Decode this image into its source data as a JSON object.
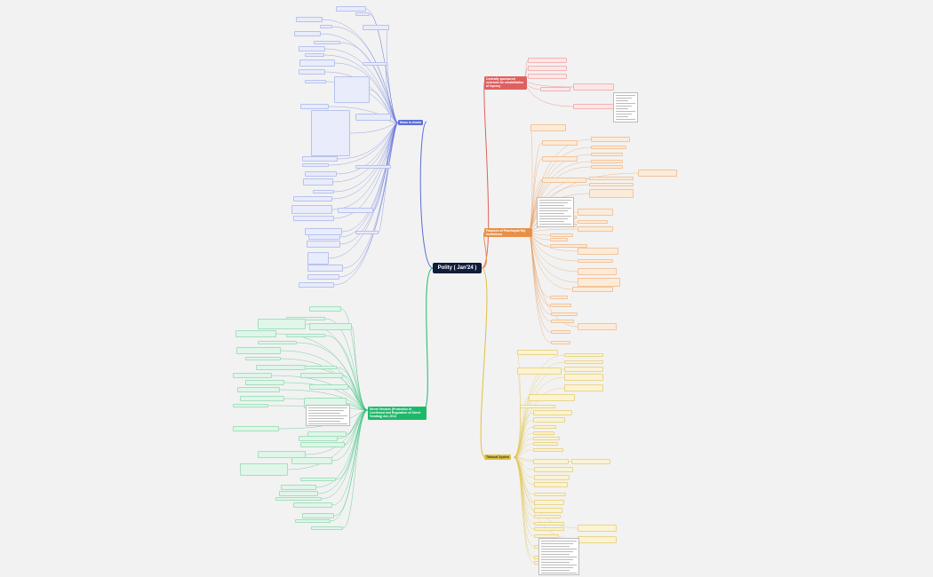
{
  "root": "Polity ( Jan'24 )",
  "colors": {
    "blue": "#5a6dd6",
    "red": "#e06060",
    "orange": "#e89048",
    "yellow": "#e0c040",
    "green": "#1fb86a",
    "root": "#101c3c"
  },
  "branches": {
    "news": "News in shorts",
    "scheme": "Centrally sponsored schemes for rehabilitation of leprosy",
    "panchayat": "Finances of Panchayati Raj institutions",
    "tribunal": "Tribunal System",
    "bill": "Street Vendors (Protection of Livelihood and Regulation of Street Vending) Act, 2014"
  }
}
